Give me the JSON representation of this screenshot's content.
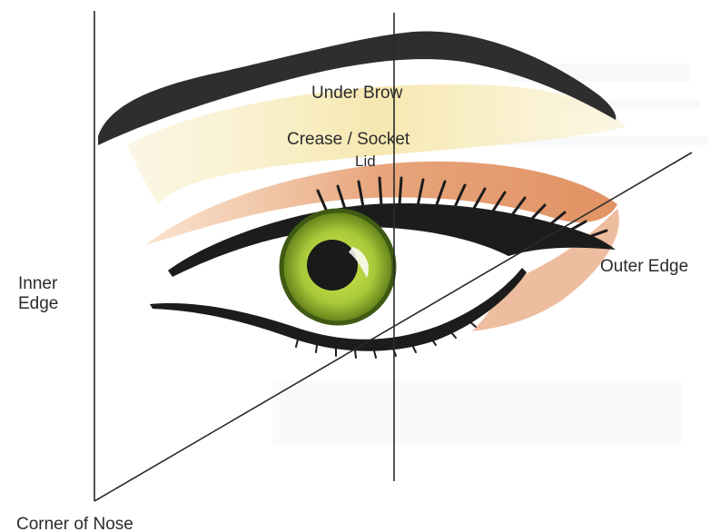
{
  "labels": {
    "under_brow": "Under Brow",
    "crease_socket": "Crease / Socket",
    "lid": "Lid",
    "inner_edge": "Inner\nEdge",
    "outer_edge": "Outer Edge",
    "corner_of_nose": "Corner of Nose"
  },
  "colors": {
    "brow": "#2e2e2e",
    "under_brow_highlight": "#f6e8b0",
    "crease_socket": "#e59a6c",
    "eyeliner": "#1c1c1c",
    "iris": "#a8c83a",
    "iris_rim": "#3f5a12",
    "pupil": "#1a1a1a",
    "guide_lines": "#2a2a2a",
    "background_watermark": "#eef2f6"
  }
}
